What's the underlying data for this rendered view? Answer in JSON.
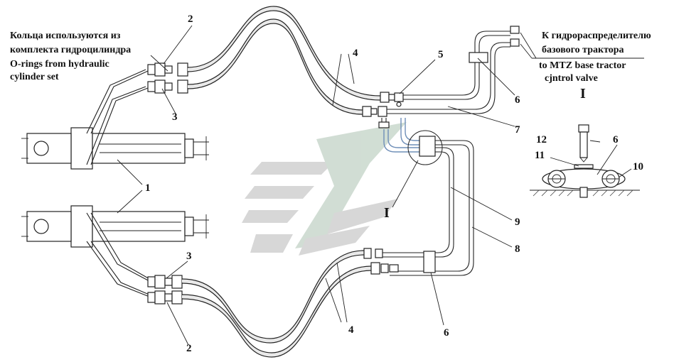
{
  "labels": {
    "note_ru_1": "Кольца используются из",
    "note_ru_2": "комплекта гидроцилиндра",
    "note_en_1": "O-rings from hydraulic",
    "note_en_2": "cylinder set",
    "dest_ru_1": "К гидрораспределителю",
    "dest_ru_2": "базового трактора",
    "dest_en_1": "to MTZ base tractor",
    "dest_en_2": "cjntrol valve",
    "view_mark_top": "I",
    "view_mark_detail": "I"
  },
  "callouts": {
    "c1": "1",
    "c2_top": "2",
    "c2_bottom": "2",
    "c3_top": "3",
    "c3_bottom": "3",
    "c4_top": "4",
    "c4_bottom": "4",
    "c5": "5",
    "c6_top": "6",
    "c6_bottom": "6",
    "c6_detail": "6",
    "c7": "7",
    "c8": "8",
    "c9": "9",
    "c10": "10",
    "c11": "11",
    "c12": "12"
  },
  "colors": {
    "line": "#222222",
    "watermark": "#d5d5d5",
    "watermark_green": "#cfdcd2",
    "highlight_pipe": "#6f8fb8",
    "hatch": "#444444"
  },
  "icons": {
    "cylinder": "hydraulic-cylinder-icon",
    "fitting": "hose-fitting-icon",
    "clamp": "pipe-clamp-icon",
    "bolt": "bolt-icon",
    "watermark": "company-logo-watermark"
  }
}
